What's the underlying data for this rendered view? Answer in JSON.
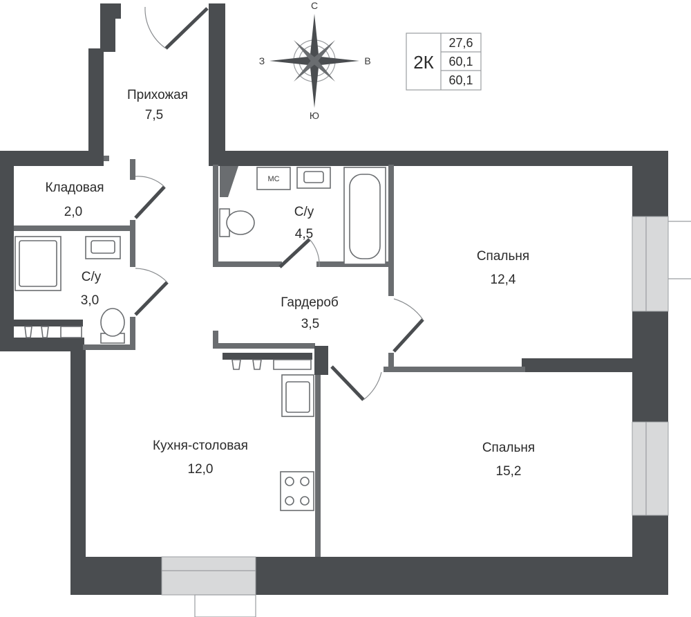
{
  "apartment": {
    "type": "2К",
    "areas": [
      "27,6",
      "60,1",
      "60,1"
    ]
  },
  "compass": {
    "north": "С",
    "south": "Ю",
    "west": "З",
    "east": "В"
  },
  "rooms": {
    "hallway": {
      "name": "Прихожая",
      "area": "7,5"
    },
    "storage": {
      "name": "Кладовая",
      "area": "2,0"
    },
    "bathroom_large": {
      "name": "С/у",
      "area": "4,5"
    },
    "bathroom_small": {
      "name": "С/у",
      "area": "3,0"
    },
    "wardrobe": {
      "name": "Гардероб",
      "area": "3,5"
    },
    "bedroom_1": {
      "name": "Спальня",
      "area": "12,4"
    },
    "bedroom_2": {
      "name": "Спальня",
      "area": "15,2"
    },
    "kitchen": {
      "name": "Кухня-столовая",
      "area": "12,0"
    }
  },
  "fixtures": {
    "washing_machine_label": "МС"
  },
  "colors": {
    "wall": "#4a4d50",
    "partition": "#6a6d70",
    "window": "#d8d9da"
  }
}
